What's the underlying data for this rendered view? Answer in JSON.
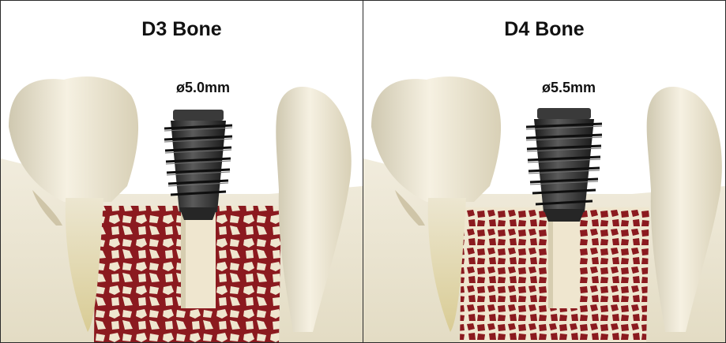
{
  "panels": [
    {
      "title": "D3 Bone",
      "implant_diameter": "ø5.0mm"
    },
    {
      "title": "D4 Bone",
      "implant_diameter": "ø5.5mm"
    }
  ],
  "colors": {
    "bone_trabecula": "#8b1a1f",
    "bone_matrix": "#efe6cf",
    "tooth": "#ede7d2",
    "implant": "#2d2d2d"
  }
}
